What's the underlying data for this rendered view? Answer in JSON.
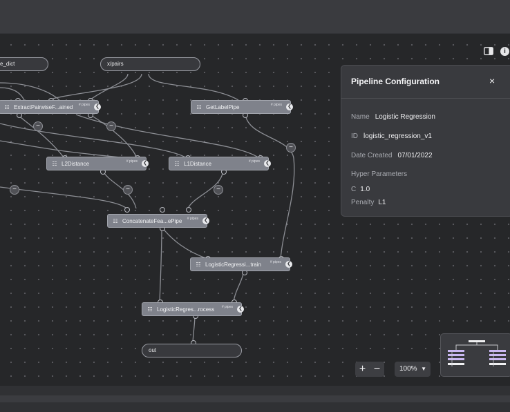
{
  "pills": {
    "input_dict": "e_dict",
    "xpairs": "x/pairs",
    "out": "out"
  },
  "nodes": {
    "extract": "ExtractPairwiseF...ained",
    "getlabel": "GetLabelPipe",
    "l2": "L2Distance",
    "l1": "L1Distance",
    "concat": "ConcatenateFea...ePipe",
    "lrtrain": "LogisticRegressi...train",
    "lrprocess": "LogisticRegres...rocess",
    "tag": "# pipes"
  },
  "panel": {
    "title": "Pipeline Configuration",
    "close": "×",
    "name_label": "Name",
    "name_value": "Logistic Regression",
    "id_label": "ID",
    "id_value": "logistic_regression_v1",
    "date_label": "Date Created",
    "date_value": "07/01/2022",
    "hyper_label": "Hyper Parameters",
    "c_label": "C",
    "c_value": "1.0",
    "penalty_label": "Penalty",
    "penalty_value": "L1"
  },
  "controls": {
    "zoom_in": "+",
    "zoom_out": "−",
    "zoom_level": "100%",
    "collapse_glyph": "−"
  },
  "icons": {
    "node": "hierarchy-icon",
    "panel_toggle": "panel-icon",
    "info": "info-icon"
  },
  "colors": {
    "node_fill": "#7f828b",
    "canvas": "#262729",
    "panel": "#393a3e",
    "minimap_accent": "#c9b8f2"
  }
}
